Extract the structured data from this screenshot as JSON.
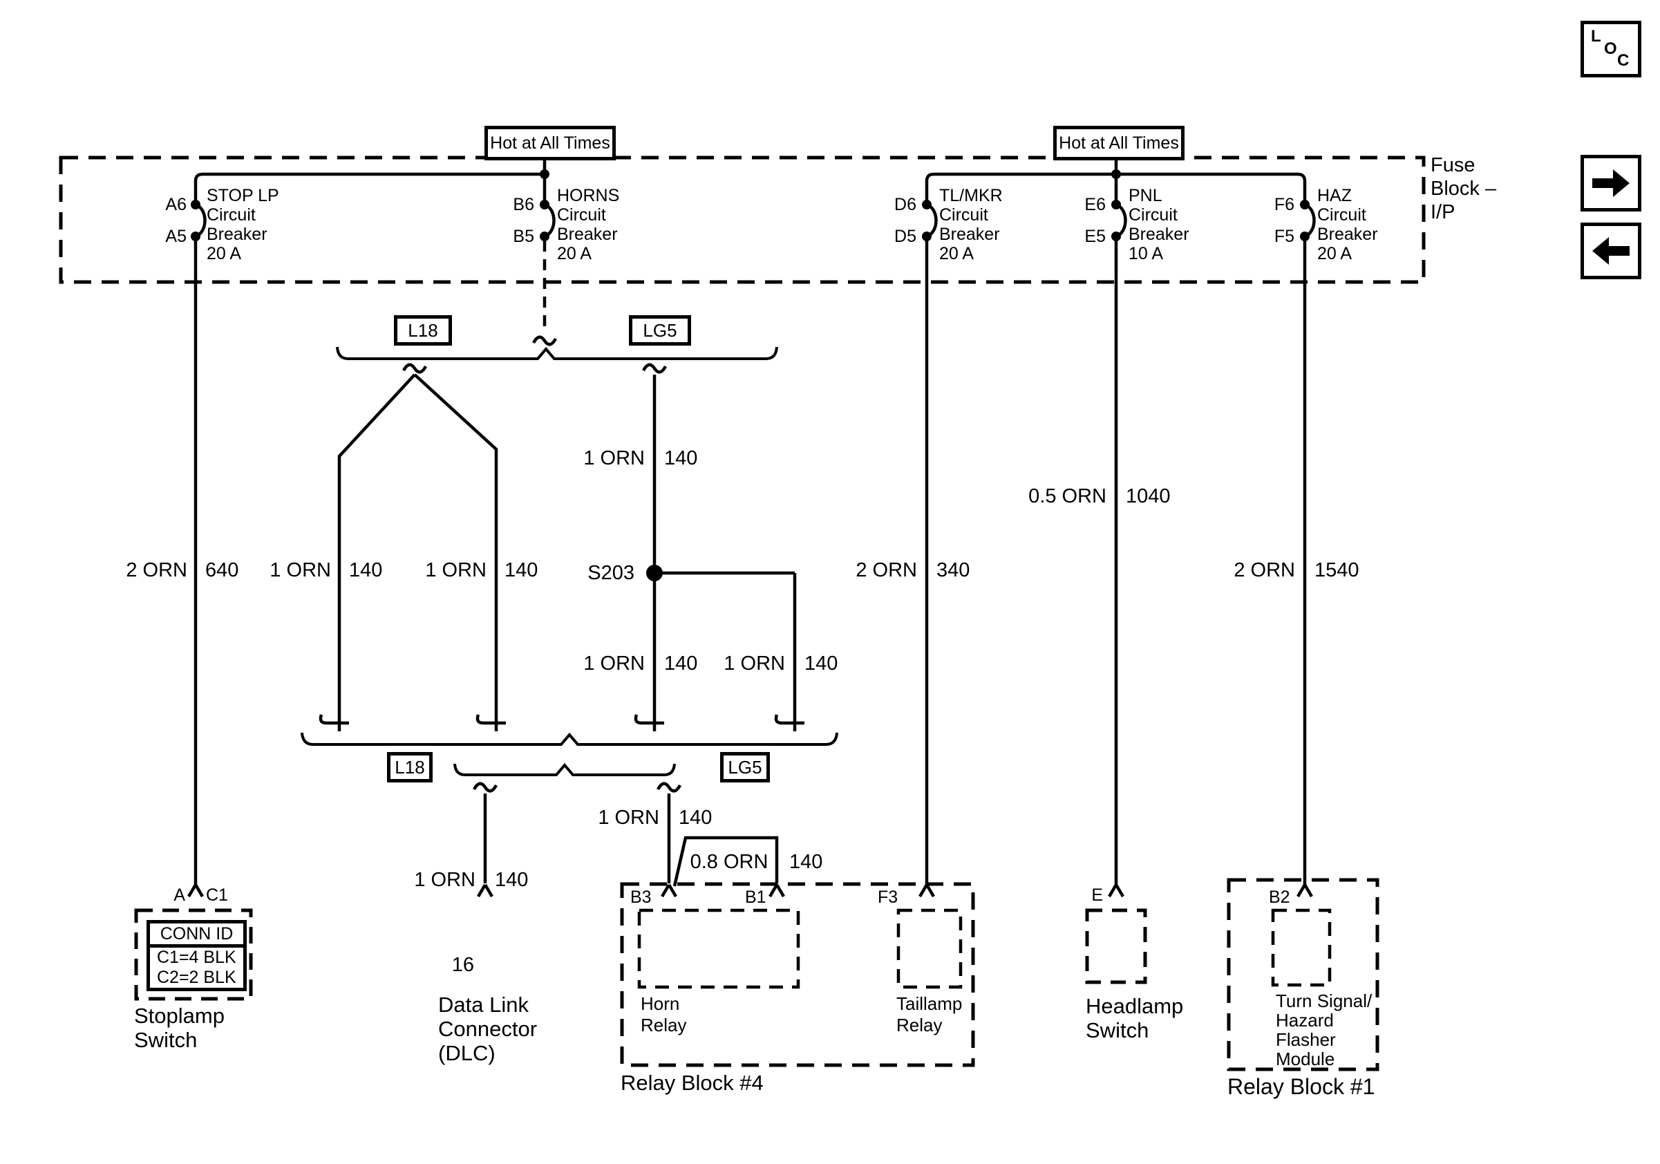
{
  "toolbar": {
    "loc_letters": [
      "L",
      "O",
      "C"
    ]
  },
  "fuse_block": {
    "title_lines": [
      "Fuse",
      "Block –",
      "I/P"
    ],
    "hot_left": "Hot at All Times",
    "hot_right": "Hot at All Times",
    "breakers": [
      {
        "pin_top": "A6",
        "pin_bottom": "A5",
        "lines": [
          "STOP LP",
          "Circuit",
          "Breaker",
          "20 A"
        ]
      },
      {
        "pin_top": "B6",
        "pin_bottom": "B5",
        "lines": [
          "HORNS",
          "Circuit",
          "Breaker",
          "20 A"
        ]
      },
      {
        "pin_top": "D6",
        "pin_bottom": "D5",
        "lines": [
          "TL/MKR",
          "Circuit",
          "Breaker",
          "20 A"
        ]
      },
      {
        "pin_top": "E6",
        "pin_bottom": "E5",
        "lines": [
          "PNL",
          "Circuit",
          "Breaker",
          "10 A"
        ]
      },
      {
        "pin_top": "F6",
        "pin_bottom": "F5",
        "lines": [
          "HAZ",
          "Circuit",
          "Breaker",
          "20 A"
        ]
      }
    ]
  },
  "bracket_labels": {
    "top_l18": "L18",
    "top_lg5": "LG5",
    "bottom_l18": "L18",
    "bottom_lg5": "LG5"
  },
  "splice": {
    "s203": "S203"
  },
  "wire_labels": {
    "a": {
      "gauge": "2 ORN",
      "circuit": "640"
    },
    "l18_left": {
      "gauge": "1 ORN",
      "circuit": "140"
    },
    "l18_right": {
      "gauge": "1 ORN",
      "circuit": "140"
    },
    "lg5_upper": {
      "gauge": "1 ORN",
      "circuit": "140"
    },
    "lg5_lower": {
      "gauge": "1 ORN",
      "circuit": "140"
    },
    "branch_lower": {
      "gauge": "1 ORN",
      "circuit": "140"
    },
    "dlc": {
      "gauge": "1 ORN",
      "circuit": "140"
    },
    "horn_b3": {
      "gauge": "1 ORN",
      "circuit": "140"
    },
    "horn_jumper": {
      "gauge": "0.8 ORN",
      "circuit": "140"
    },
    "tlmkr": {
      "gauge": "2 ORN",
      "circuit": "340"
    },
    "pnl": {
      "gauge": "0.5 ORN",
      "circuit": "1040"
    },
    "haz": {
      "gauge": "2 ORN",
      "circuit": "1540"
    }
  },
  "components": {
    "stoplamp": {
      "pin_left": "A",
      "pin_right": "C1",
      "conn_header": "CONN ID",
      "conn_rows": [
        "C1=4 BLK",
        "C2=2 BLK"
      ],
      "name_lines": [
        "Stoplamp",
        "Switch"
      ]
    },
    "dlc": {
      "pin": "16",
      "name_lines": [
        "Data Link",
        "Connector",
        "(DLC)"
      ]
    },
    "relay_block_4": {
      "name": "Relay Block #4",
      "horn_pin_left": "B3",
      "horn_pin_right": "B1",
      "horn_lines": [
        "Horn",
        "Relay"
      ],
      "tail_pin": "F3",
      "tail_lines": [
        "Taillamp",
        "Relay"
      ]
    },
    "headlamp": {
      "pin": "E",
      "name_lines": [
        "Headlamp",
        "Switch"
      ]
    },
    "relay_block_1": {
      "name": "Relay Block #1",
      "pin": "B2",
      "module_lines": [
        "Turn Signal/",
        "Hazard",
        "Flasher",
        "Module"
      ]
    }
  }
}
